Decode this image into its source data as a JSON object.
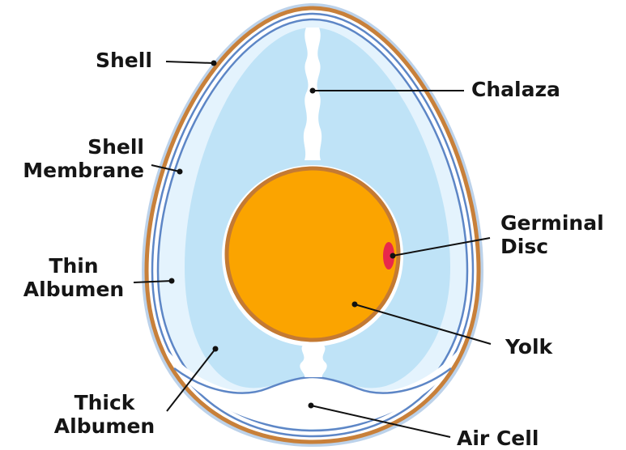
{
  "labels": {
    "shell": "Shell",
    "shell_membrane": [
      "Shell",
      "Membrane"
    ],
    "thin_albumen": [
      "Thin",
      "Albumen"
    ],
    "thick_albumen": [
      "Thick",
      "Albumen"
    ],
    "chalaza": "Chalaza",
    "germinal_disc": [
      "Germinal",
      "Disc"
    ],
    "yolk": "Yolk",
    "air_cell": "Air Cell"
  },
  "colors": {
    "shell_outer_glow": "#bcd2ea",
    "shell_orange": "#c8803a",
    "membrane_blue": "#5d86c6",
    "albumen_thin": "#e4f3fd",
    "albumen_thick": "#bfe3f7",
    "chalaza": "#ffffff",
    "yolk_outer": "#c47a33",
    "yolk_fill": "#fba400",
    "germinal_disc": "#e8294b",
    "leader_line": "#111111"
  }
}
